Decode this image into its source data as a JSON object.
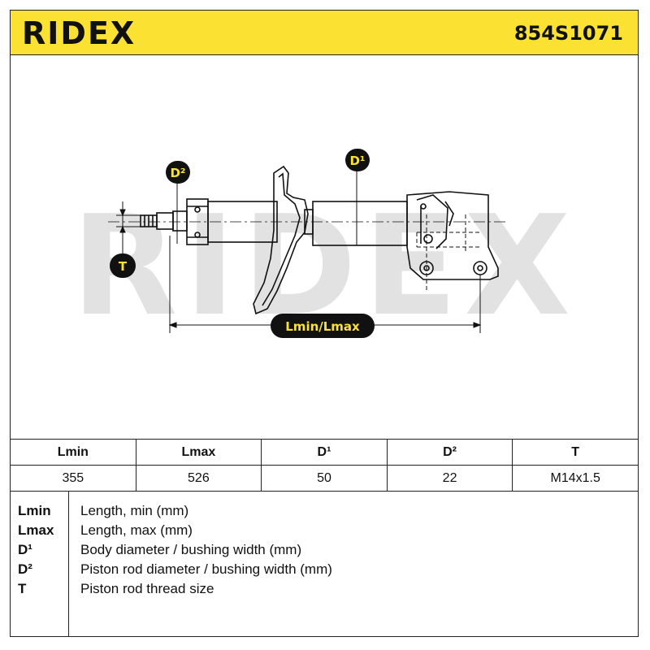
{
  "header": {
    "brand": "RIDEX",
    "part_number": "854S1071"
  },
  "watermark": "RIDEX",
  "callouts": {
    "d2": "D²",
    "d1": "D¹",
    "t": "T",
    "length": "Lmin/Lmax"
  },
  "table": {
    "headers": [
      "Lmin",
      "Lmax",
      "D¹",
      "D²",
      "T"
    ],
    "values": [
      "355",
      "526",
      "50",
      "22",
      "M14x1.5"
    ]
  },
  "legend": [
    {
      "key": "Lmin",
      "desc": "Length, min (mm)"
    },
    {
      "key": "Lmax",
      "desc": "Length, max (mm)"
    },
    {
      "key": "D¹",
      "desc": "Body diameter / bushing width (mm)"
    },
    {
      "key": "D²",
      "desc": "Piston rod diameter / bushing width (mm)"
    },
    {
      "key": "T",
      "desc": "Piston rod thread size"
    }
  ],
  "colors": {
    "accent": "#fbe232",
    "callout_bg": "#111111",
    "callout_text": "#fbe232"
  }
}
